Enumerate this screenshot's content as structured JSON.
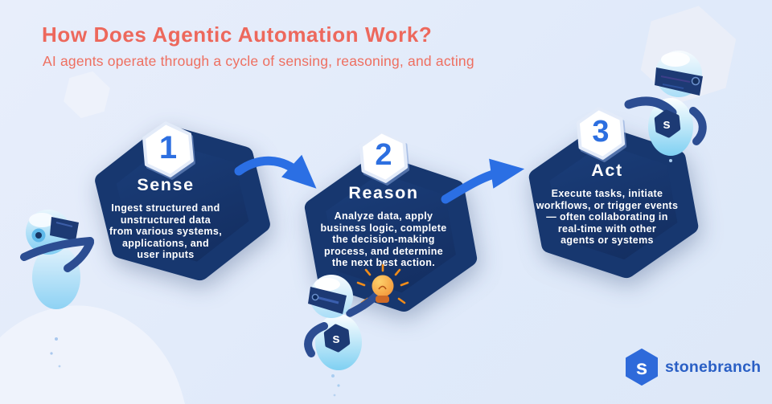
{
  "header": {
    "title": "How Does Agentic Automation Work?",
    "subtitle": "AI agents operate through a cycle of sensing, reasoning, and acting"
  },
  "cards": [
    {
      "number": "1",
      "title": "Sense",
      "body": "Ingest structured and\nunstructured data\nfrom various systems,\napplications, and\nuser inputs"
    },
    {
      "number": "2",
      "title": "Reason",
      "body": "Analyze data, apply\nbusiness logic, complete\nthe decision-making\nprocess, and determine\nthe next best action."
    },
    {
      "number": "3",
      "title": "Act",
      "body": "Execute tasks, initiate\nworkflows, or trigger events\n— often collaborating in\nreal-time with other\nagents or systems"
    }
  ],
  "logo": {
    "text": "stonebranch",
    "monogram": "s"
  },
  "robots": {
    "shield_letter": "s"
  },
  "icons": {
    "step_badge": "hexagon",
    "flow_arrow": "curved-arrow-right",
    "idea": "lightbulb",
    "mascot": "robot"
  },
  "colors": {
    "background": "#e3edfa",
    "card_navy": "#17376f",
    "accent_coral": "#ed685c",
    "arrow_blue": "#2b6fe4",
    "number_blue": "#2d6fe0",
    "logo_blue": "#2e6ada",
    "robot_light_blue": "#8fd4f5",
    "robot_dark_blue": "#2c4d92",
    "bulb_orange": "#f59b40",
    "text_white": "#ffffff"
  }
}
